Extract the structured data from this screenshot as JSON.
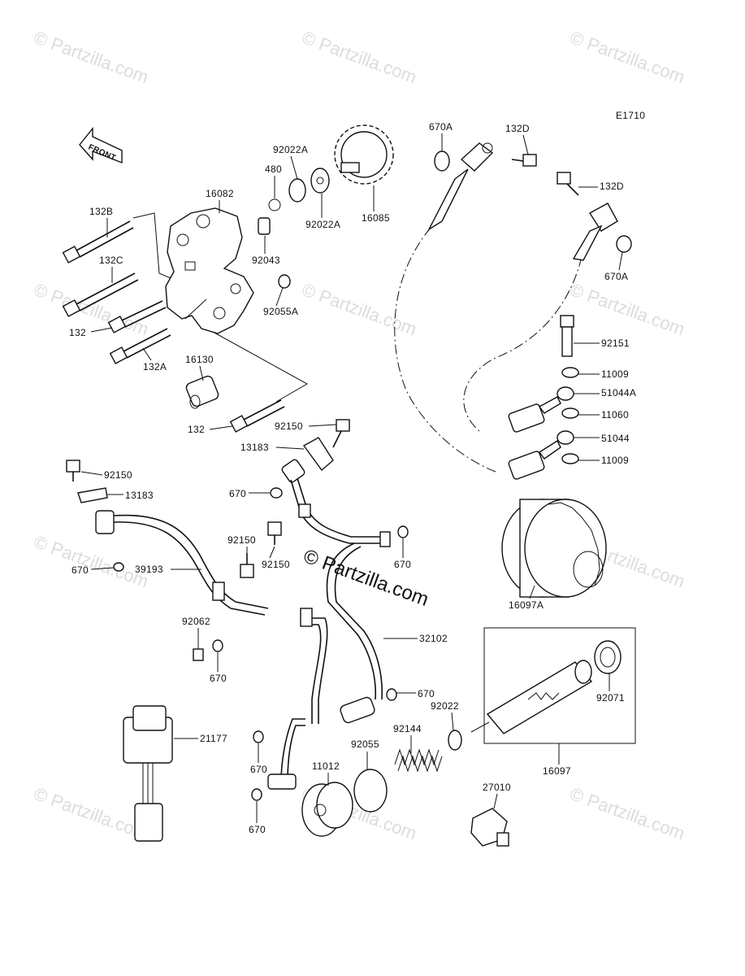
{
  "diagram_code": "E1710",
  "front_label": "FRONT",
  "watermark": "© Partzilla.com",
  "center_watermark": "© Partzilla.com",
  "parts": {
    "p16082": "16082",
    "p480": "480",
    "p92022A_top": "92022A",
    "p92022A_bot": "92022A",
    "p16085": "16085",
    "p132B": "132B",
    "p132C": "132C",
    "p132": "132",
    "p132A": "132A",
    "p92043": "92043",
    "p92055A": "92055A",
    "p16130": "16130",
    "p132_lower": "132",
    "p92150_a": "92150",
    "p13183_a": "13183",
    "p92150_b": "92150",
    "p13183_b": "13183",
    "p670_a": "670",
    "p670_b": "670",
    "p39193": "39193",
    "p92150_c": "92150",
    "p92150_d": "92150",
    "p670_c": "670",
    "p92062": "92062",
    "p670_d": "670",
    "p32102": "32102",
    "p670_e": "670",
    "p21177": "21177",
    "p670_f": "670",
    "p670_g": "670",
    "p11012": "11012",
    "p92055": "92055",
    "p92144": "92144",
    "p92022": "92022",
    "p16097": "16097",
    "p92071": "92071",
    "p16097A": "16097A",
    "p27010": "27010",
    "p670A_top": "670A",
    "p132D_top": "132D",
    "p132D_right": "132D",
    "p670A_right": "670A",
    "p92151": "92151",
    "p11009_a": "11009",
    "p51044A": "51044A",
    "p11060": "11060",
    "p51044": "51044",
    "p11009_b": "11009"
  }
}
